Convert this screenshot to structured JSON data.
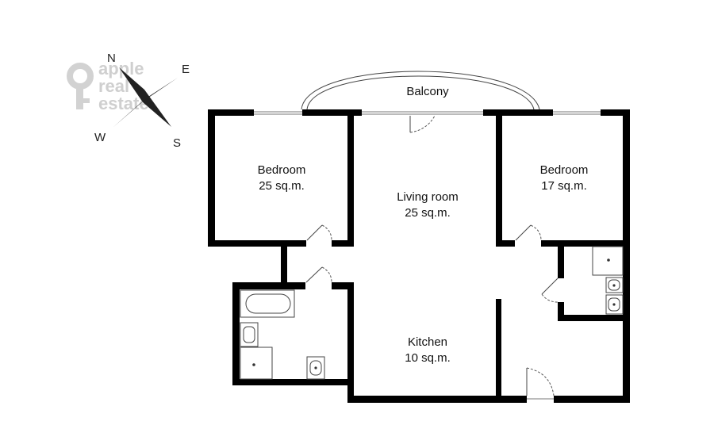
{
  "watermark": {
    "line1": "apple",
    "line2": "real",
    "line3": "estate"
  },
  "compass": {
    "north": "N",
    "east": "E",
    "west": "W",
    "south": "S"
  },
  "rooms": {
    "balcony": {
      "name": "Balcony"
    },
    "bedroom_left": {
      "name": "Bedroom",
      "area": "25 sq.m."
    },
    "living_room": {
      "name": "Living room",
      "area": "25 sq.m."
    },
    "bedroom_right": {
      "name": "Bedroom",
      "area": "17 sq.m."
    },
    "kitchen": {
      "name": "Kitchen",
      "area": "10 sq.m."
    }
  },
  "colors": {
    "wall": "#000000",
    "watermark": "#cfcfcf",
    "compass_star": "#222222"
  }
}
